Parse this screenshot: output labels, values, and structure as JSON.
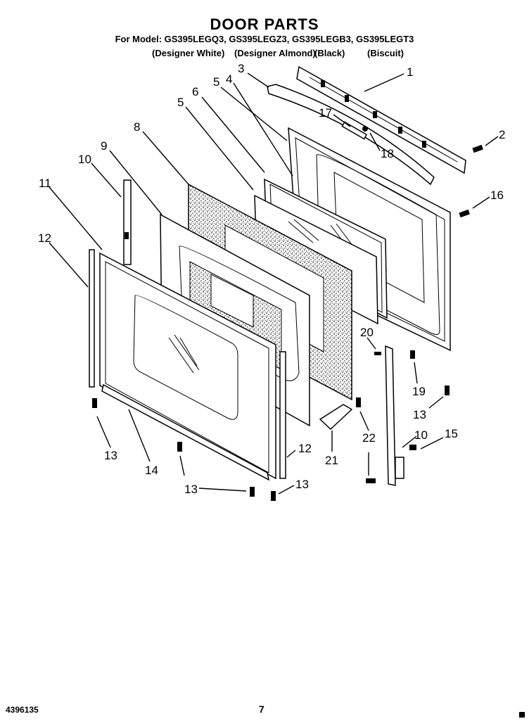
{
  "header": {
    "title": "DOOR PARTS",
    "models": "For Model: GS395LEGQ3, GS395LEGZ3, GS395LEGB3, GS395LEGT3",
    "variants": [
      "(Designer White)",
      "(Designer Almond)",
      "(Black)",
      "(Biscuit)"
    ]
  },
  "callouts": [
    "1",
    "2",
    "3",
    "4",
    "5",
    "5",
    "6",
    "8",
    "9",
    "10",
    "11",
    "12",
    "13",
    "14",
    "12",
    "13",
    "13",
    "16",
    "17",
    "18",
    "20",
    "19",
    "13",
    "21",
    "22",
    "10",
    "15",
    "13"
  ],
  "footer": {
    "doc_number": "4396135",
    "page": "7"
  }
}
